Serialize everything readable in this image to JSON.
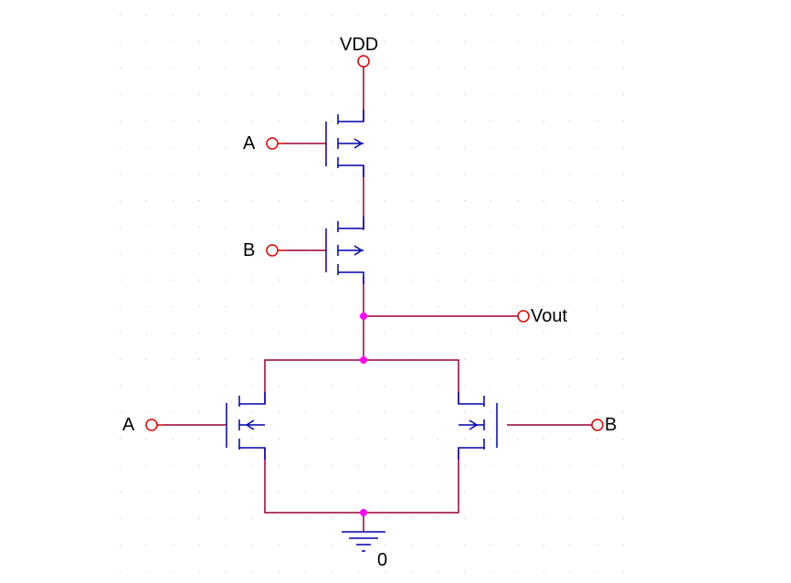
{
  "labels": {
    "vdd": "VDD",
    "pmos1_gate": "A",
    "pmos2_gate": "B",
    "output": "Vout",
    "nmos1_gate": "A",
    "nmos2_gate": "B",
    "ground": "0"
  },
  "colors": {
    "wire": "#990033",
    "pin": "#dd0000",
    "device": "#0000aa",
    "junction": "#ff00ff",
    "grid_dot": "#c8c8c8",
    "text": "#000000"
  }
}
